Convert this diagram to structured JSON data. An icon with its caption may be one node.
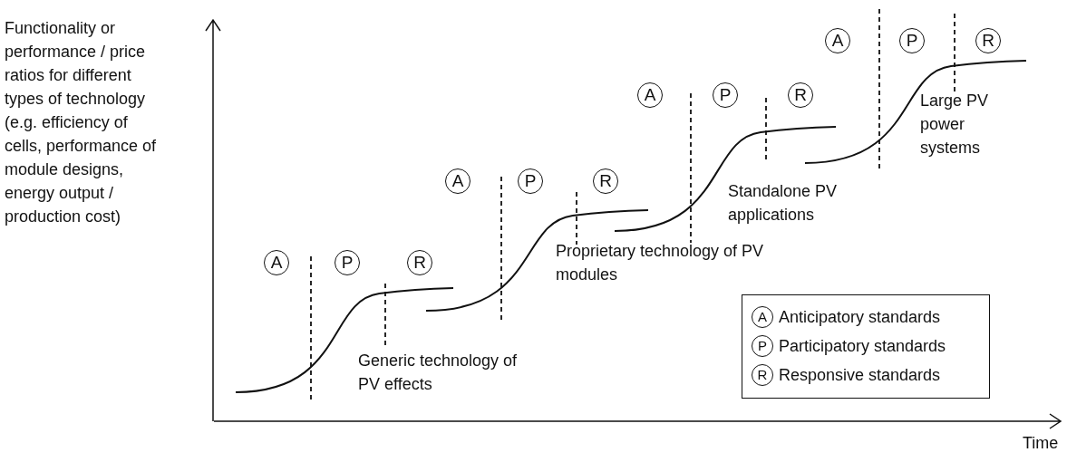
{
  "diagram": {
    "nodes": [
      {
        "text": [
          "A"
        ]
      },
      {
        "text": [
          "P"
        ]
      },
      {
        "text": [
          "R"
        ]
      },
      {
        "text": [
          "A"
        ]
      },
      {
        "text": [
          "P"
        ]
      },
      {
        "text": [
          "R"
        ]
      },
      {
        "text": [
          "A"
        ]
      },
      {
        "text": [
          "P"
        ]
      },
      {
        "text": [
          "R"
        ]
      },
      {
        "text": [
          "A"
        ]
      },
      {
        "text": [
          "P"
        ]
      },
      {
        "text": [
          "R"
        ]
      },
      {
        "text": [
          "A"
        ]
      },
      {
        "text": [
          "P"
        ]
      },
      {
        "text": [
          "R"
        ]
      }
    ],
    "labels": [
      "Functionality or performance / price ratios for different types of technology (e.g. efficiency of cells, performance of module designs, energy output / production cost)",
      "Large PV power systems",
      "Standalone PV applications",
      "Proprietary technology of PV modules",
      "Generic technology of PV effects",
      "Time"
    ],
    "legend": [
      {
        "text": "Anticipatory standards"
      },
      {
        "text": "Participatory standards"
      },
      {
        "text": "Responsive standards"
      }
    ]
  }
}
